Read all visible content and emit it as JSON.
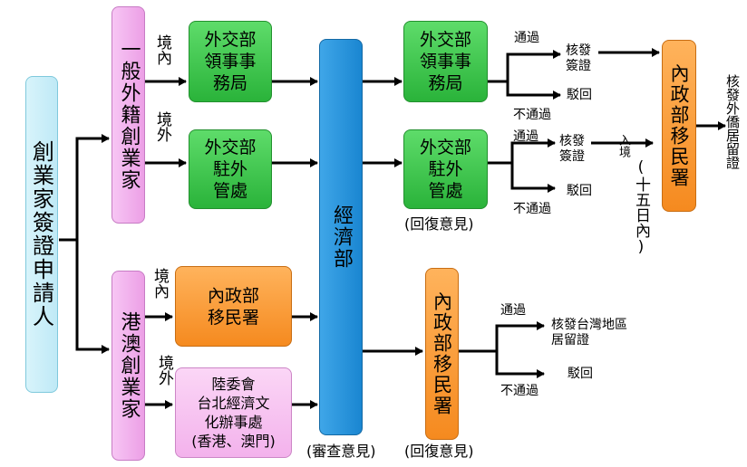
{
  "applicant": "創業家簽證申請人",
  "foreign_entrepreneur": "一般外籍創業家",
  "hk_macau_entrepreneur": "港澳創業家",
  "domestic": "境內",
  "overseas": "境外",
  "mofa_consular": "外交部\n領事事\n務局",
  "mofa_overseas": "外交部\n駐外\n管處",
  "moi_immigration": "內政部\n移民署",
  "mac_office": "陸委會\n台北經濟文\n化辦事處\n(香港、澳門)",
  "moea": "經濟部",
  "moea_note": "(審查意見)",
  "mofa_consular_2": "外交部\n領事事\n務局",
  "mofa_overseas_2": "外交部\n駐外\n管處",
  "reply_note_1": "(回復意見)",
  "moi_immigration_2": "內政部移民署",
  "reply_note_2": "(回復意見)",
  "moi_immigration_3": "內政部移民署",
  "pass": "通過",
  "fail": "不通過",
  "issue_visa": "核發\n簽證",
  "reject": "駁回",
  "enter": "入境",
  "within_15_days": "(十五日內)",
  "issue_arc": "核發台灣地區\n居留證",
  "issue_foreign_arc": "核發外僑居留證",
  "colors": {
    "cyan": "#c9eef8",
    "pink": "#f0a8ea",
    "green": "#3cc84a",
    "orange": "#f79a34",
    "blue": "#2796dc",
    "light_pink": "#f7c2f0",
    "line": "#000000"
  }
}
